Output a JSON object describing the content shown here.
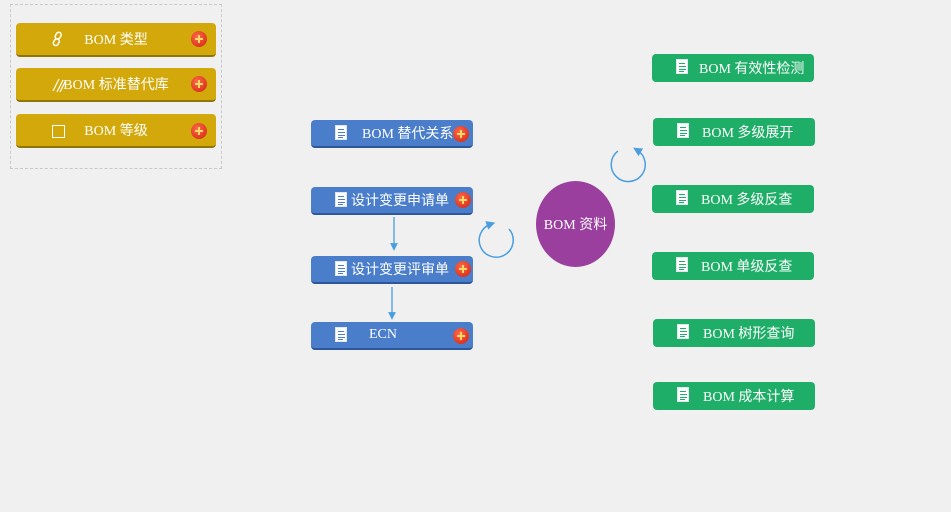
{
  "palette": {
    "background": "#f0f0f0",
    "gold": "#d3a80a",
    "blue": "#4a7ecb",
    "green": "#1fae67",
    "purple": "#9a3f9e",
    "arrow": "#4a9ee0"
  },
  "left_panel": {
    "items": [
      {
        "label": "BOM 类型",
        "icon": "link-icon"
      },
      {
        "label": "BOM 标准替代库",
        "icon": "stripes-icon"
      },
      {
        "label": "BOM 等级",
        "icon": "square-icon"
      }
    ]
  },
  "middle": {
    "items": [
      {
        "label": "BOM 替代关系",
        "icon": "document-icon"
      },
      {
        "label": "设计变更申请单",
        "icon": "document-icon"
      },
      {
        "label": "设计变更评审单",
        "icon": "document-icon"
      },
      {
        "label": "ECN",
        "icon": "document-icon"
      }
    ]
  },
  "center": {
    "label": "BOM 资料"
  },
  "right": {
    "items": [
      {
        "label": "BOM 有效性检测",
        "icon": "document-icon"
      },
      {
        "label": "BOM 多级展开",
        "icon": "document-icon"
      },
      {
        "label": "BOM 多级反查",
        "icon": "document-icon"
      },
      {
        "label": "BOM 单级反查",
        "icon": "document-icon"
      },
      {
        "label": "BOM 树形查询",
        "icon": "document-icon"
      },
      {
        "label": "BOM 成本计算",
        "icon": "document-icon"
      }
    ]
  }
}
